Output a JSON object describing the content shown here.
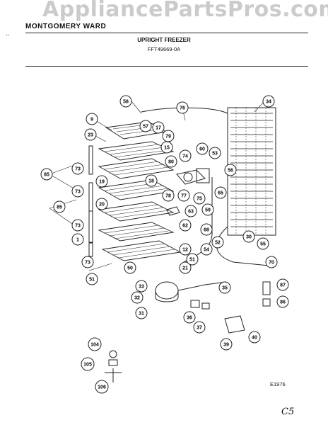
{
  "watermark": "AppliancePartsPros.com",
  "header": {
    "brand": "MONTGOMERY WARD",
    "title": "UPRIGHT FREEZER",
    "model": "FFT49669-0A"
  },
  "footer": {
    "code": "E1976",
    "handwritten": "C5"
  },
  "callouts": [
    "58",
    "76",
    "34",
    "9",
    "57",
    "17",
    "23",
    "79",
    "15",
    "60",
    "53",
    "73",
    "80",
    "74",
    "56",
    "85",
    "18",
    "19",
    "77",
    "78",
    "75",
    "65",
    "73",
    "20",
    "63",
    "59",
    "85",
    "73",
    "62",
    "68",
    "1",
    "30",
    "52",
    "54",
    "55",
    "12",
    "50",
    "73",
    "21",
    "51",
    "70",
    "51",
    "33",
    "35",
    "87",
    "32",
    "86",
    "31",
    "36",
    "37",
    "40",
    "39",
    "104",
    "105",
    "106"
  ]
}
